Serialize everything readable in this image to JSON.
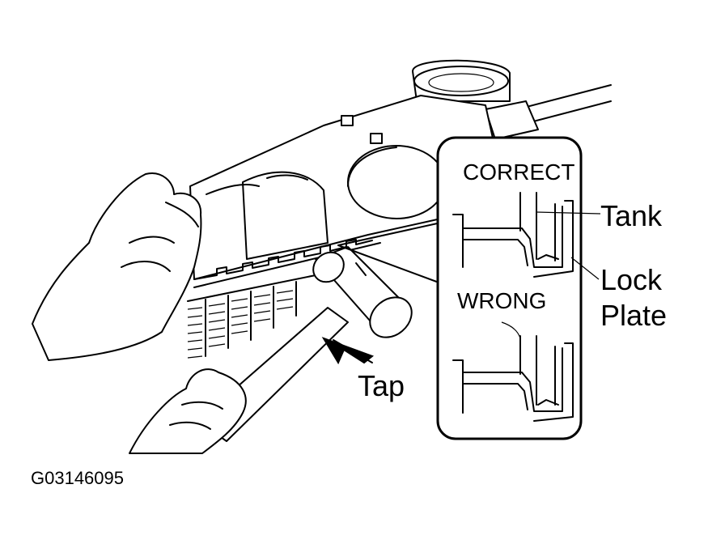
{
  "labels": {
    "correct": "CORRECT",
    "wrong": "WRONG",
    "tank": "Tank",
    "lock": "Lock",
    "plate": "Plate",
    "tap": "Tap",
    "figure_code": "G03146095"
  },
  "colors": {
    "ink": "#000000",
    "paper": "#ffffff"
  },
  "icons": {
    "tap_direction": "arrow-icon"
  }
}
